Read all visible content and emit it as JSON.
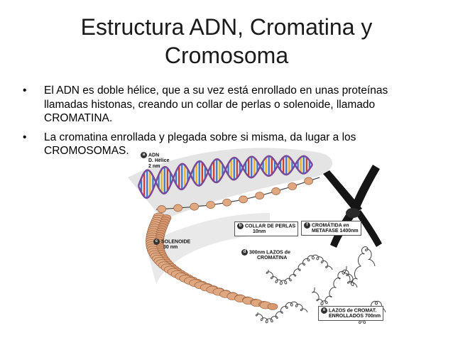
{
  "slide": {
    "title_line1": "Estructura ADN, Cromatina y",
    "title_line2": "Cromosoma",
    "bullets": [
      "El ADN es doble hélice, que a su vez está enrollado en unas proteínas llamadas histonas, creando un collar de perlas o solenoide, llamado CROMATINA.",
      "La cromatina enrollada y plegada sobre si misma, da lugar a los CROMOSOMAS."
    ],
    "bullet_glyph": "•"
  },
  "figure": {
    "labels": {
      "adn": {
        "num": "a",
        "title": "ADN",
        "sub1": "D. Hélice",
        "sub2": "2 nm"
      },
      "collar": {
        "num": "b",
        "title": "COLLAR DE PERLAS",
        "sub": "10nm"
      },
      "solenoide": {
        "num": "c",
        "title": "SOLENOIDE",
        "sub": "30 nm"
      },
      "lazos": {
        "num": "d",
        "title": "300nm LAZOS de",
        "sub": "CROMATINA"
      },
      "cromatida": {
        "num": "f",
        "title": "CROMÁTIDA en",
        "sub": "METAFASE 1400nm"
      },
      "lazos_cromat": {
        "num": "e",
        "title": "LAZOS de CROMAT.",
        "sub": "ENROLLADOS 700nm"
      }
    },
    "colors": {
      "base_pair_a": "#e8b020",
      "base_pair_b": "#3a78c8",
      "base_pair_c": "#d03a2a",
      "backbone": "#7a4a9a",
      "histone": "#e0a880",
      "fiber": "#444444",
      "chromosome": "#151515"
    }
  }
}
